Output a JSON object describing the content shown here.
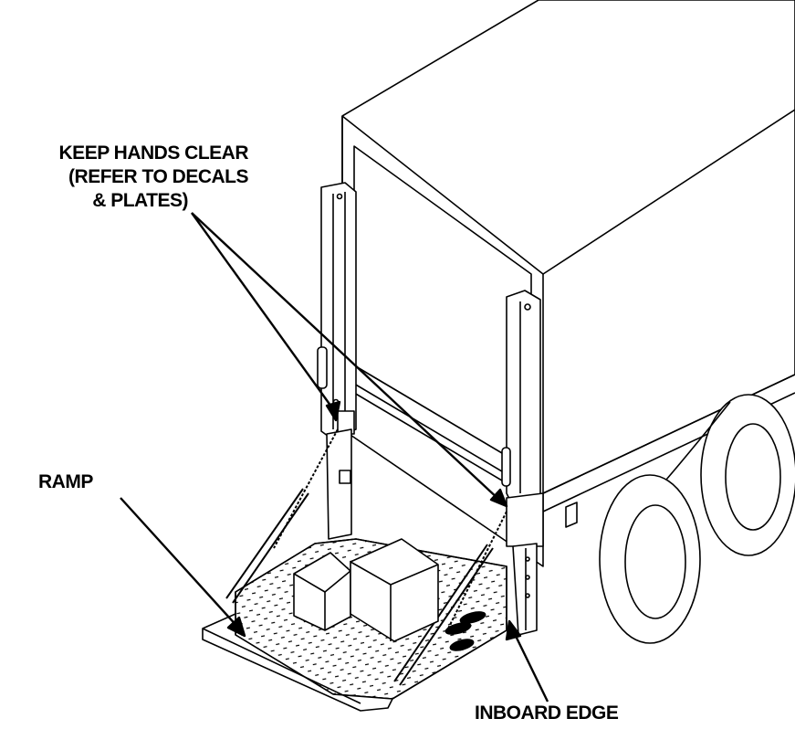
{
  "labels": {
    "keep_hands_line1": "KEEP HANDS CLEAR",
    "keep_hands_line2": "(REFER TO DECALS",
    "keep_hands_line3": "& PLATES)",
    "ramp": "RAMP",
    "inboard_edge": "INBOARD EDGE"
  },
  "colors": {
    "line": "#000000",
    "background": "#ffffff",
    "shade": "#e6e6e6"
  }
}
